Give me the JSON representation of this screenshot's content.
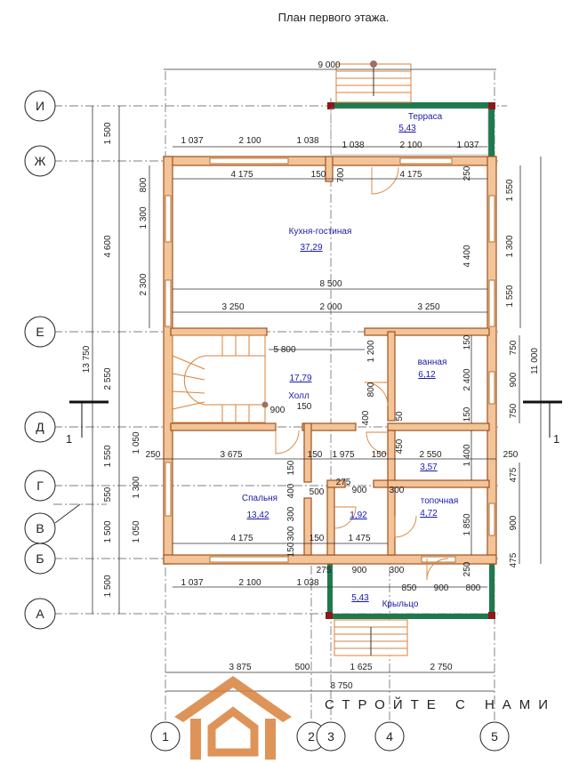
{
  "title": "План первого этажа.",
  "watermark": "СТРОЙТЕ С НАМИ",
  "axes": {
    "rows": [
      "И",
      "Ж",
      "Е",
      "Д",
      "Г",
      "В",
      "Б",
      "А"
    ],
    "cols": [
      "1",
      "2",
      "3",
      "4",
      "5"
    ]
  },
  "section_marks": [
    "1",
    "1"
  ],
  "rooms": {
    "terrace": {
      "name": "Терраса",
      "area": "5,43"
    },
    "kitchen": {
      "name": "Кухня-гостиная",
      "area": "37,29"
    },
    "bath": {
      "name": "ванная",
      "area": "6,12"
    },
    "hall": {
      "name": "Холл",
      "area": "17,79"
    },
    "bedroom": {
      "name": "Спальня",
      "area": "13,42"
    },
    "boiler": {
      "name": "топочная",
      "area": "4,72"
    },
    "storage": {
      "area": "3,57"
    },
    "closet": {
      "area": "1,92"
    },
    "porch": {
      "name": "Крыльцо",
      "area": "5,43"
    }
  },
  "dims": {
    "top_total": "9 000",
    "top_1037a": "1 037",
    "top_2100a": "2 100",
    "top_1038a": "1 038",
    "top_1038b": "1 038",
    "top_2100b": "2 100",
    "top_1037b": "1 037",
    "k_4175a": "4 175",
    "k_150": "150",
    "k_4175b": "4 175",
    "k_700": "700",
    "k_250": "250",
    "k_8500": "8 500",
    "k_3250a": "3 250",
    "k_2000": "2 000",
    "k_3250b": "3 250",
    "k_4400": "4 400",
    "l_800": "800",
    "l_1300": "1 300",
    "l_2300": "2 300",
    "r_1550a": "1 550",
    "r_1300": "1 300",
    "r_1550b": "1 550",
    "left_1500a": "1 500",
    "left_4600": "4 600",
    "left_2550": "2 550",
    "left_1550": "1 550",
    "left_550": "550",
    "left_1500b": "1 500",
    "left_1500c": "1 500",
    "left_13750": "13 750",
    "h_5800": "5 800",
    "h_1200": "1 200",
    "h_800": "800",
    "h_400": "400",
    "h_900": "900",
    "h_150": "150",
    "h_50": "50",
    "b_150a": "150",
    "b_2400": "2 400",
    "b_150b": "150",
    "rr_750a": "750",
    "rr_900a": "900",
    "rr_750b": "750",
    "rr_11000": "11 000",
    "m_250": "250",
    "m_3675": "3 675",
    "m_150a": "150",
    "m_1975": "1 975",
    "m_150b": "150",
    "m_2550": "2 550",
    "m_250b": "250",
    "m_1400": "1 400",
    "m_1050a": "1 050",
    "m_1300": "1 300",
    "m_1050b": "1 050",
    "m_150c": "150",
    "m_400": "400",
    "m_300": "300",
    "m_500": "500",
    "m_275": "275",
    "m_900": "900",
    "m_450": "450",
    "m_300b": "300",
    "rr_475a": "475",
    "rr_900b": "900",
    "rr_475b": "475",
    "bo_1850": "1 850",
    "bt_4175": "4 175",
    "bt_150": "150",
    "bt_1475": "1 475",
    "bt_300": "300",
    "bt_150b": "150",
    "bb_1037": "1 037",
    "bb_2100": "2 100",
    "bb_1038": "1 038",
    "bb_275": "275",
    "bb_900": "900",
    "bb_300": "300",
    "bb_850": "850",
    "bb_900b": "900",
    "bb_800": "800",
    "bb_250": "250",
    "tot_3875": "3 875",
    "tot_500": "500",
    "tot_1625": "1 625",
    "tot_2750": "2 750",
    "tot_8750": "8 750"
  },
  "colors": {
    "wall": "#f2c498",
    "wall_edge": "#a0521d",
    "terrace": "#1e7a4e",
    "logo": "#d9823b"
  }
}
